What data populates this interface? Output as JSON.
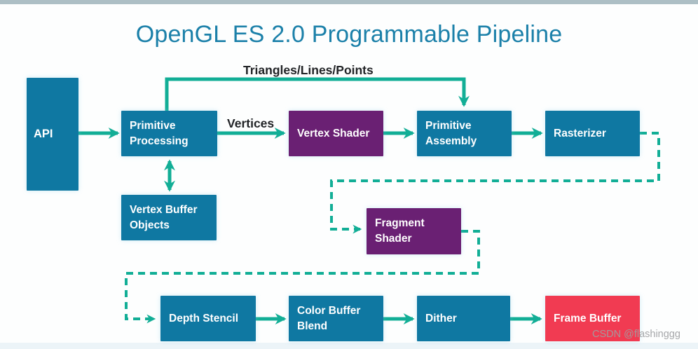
{
  "page": {
    "title": "OpenGL ES 2.0 Programmable Pipeline",
    "watermark": "CSDN @flashinggg"
  },
  "colors": {
    "box_blue": "#0f78a2",
    "box_purple": "#6a2073",
    "box_red": "#f13b52",
    "arrow_teal": "#12ae96",
    "title_teal": "#1b80a9",
    "label_dark": "#212326",
    "top_bar": "#adbfc5",
    "bottom_bar": "#ecf4f8",
    "watermark_gray": "#9fa0a3"
  },
  "diagram": {
    "nodes": [
      {
        "id": "api",
        "label": "API",
        "color": "blue"
      },
      {
        "id": "primitive-processing",
        "label": "Primitive\nProcessing",
        "color": "blue"
      },
      {
        "id": "vertex-shader",
        "label": "Vertex Shader",
        "color": "purple"
      },
      {
        "id": "primitive-assembly",
        "label": "Primitive\nAssembly",
        "color": "blue"
      },
      {
        "id": "rasterizer",
        "label": "Rasterizer",
        "color": "blue"
      },
      {
        "id": "vertex-buffer-objects",
        "label": "Vertex Buffer\nObjects",
        "color": "blue"
      },
      {
        "id": "fragment-shader",
        "label": "Fragment\nShader",
        "color": "purple"
      },
      {
        "id": "depth-stencil",
        "label": "Depth Stencil",
        "color": "blue"
      },
      {
        "id": "color-buffer-blend",
        "label": "Color Buffer\nBlend",
        "color": "blue"
      },
      {
        "id": "dither",
        "label": "Dither",
        "color": "blue"
      },
      {
        "id": "frame-buffer",
        "label": "Frame Buffer",
        "color": "red"
      }
    ],
    "edge_labels": [
      {
        "id": "triangles-lines-points",
        "text": "Triangles/Lines/Points"
      },
      {
        "id": "vertices",
        "text": "Vertices"
      }
    ]
  }
}
